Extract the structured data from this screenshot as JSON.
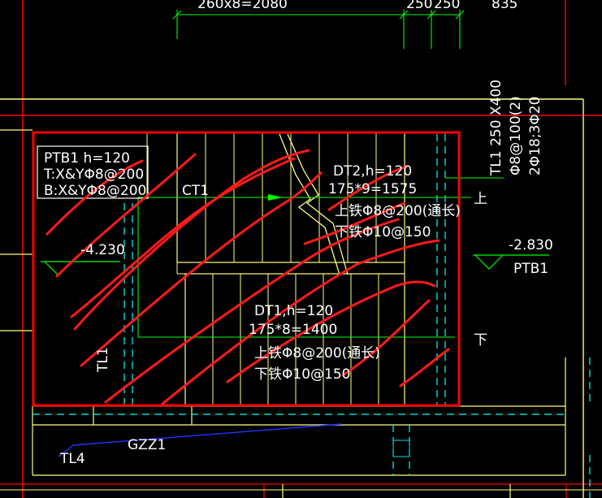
{
  "top_dimensions": {
    "d1": "260x8=2080",
    "d2": "250",
    "d3": "250",
    "d4": "835"
  },
  "ptb1_note": {
    "line1": "PTB1 h=120",
    "line2": "T:X&YΦ8@200",
    "line3": "B:X&YΦ8@200"
  },
  "ct1_label": "CT1",
  "dt2": {
    "line1": "DT2,h=120",
    "line2": "175*9=1575",
    "line3": "上铁Φ8@200(通长)",
    "line4": "下铁Φ10@150"
  },
  "dt1": {
    "line1": "DT1,h=120",
    "line2": "175*8=1400",
    "line3": "上铁Φ8@200(通长)",
    "line4": "下铁Φ10@150"
  },
  "tl1_vertical": {
    "line1": "TL1 250 X400",
    "line2": "Φ8@100(2)",
    "line3": "2Φ18;3Φ20"
  },
  "tl1_label": "TL1",
  "elev_left": "-4.230",
  "elev_right": "-2.830",
  "ptb1_right_label": "PTB1",
  "up_label": "上",
  "down_label": "下",
  "gzz1_label": "GZZ1",
  "tl4_label": "TL4",
  "colors": {
    "background": "#000000",
    "red": "#ff0000",
    "yellow": "#ffff80",
    "green": "#00ff00",
    "cyan": "#00ffff",
    "white": "#ffffff",
    "blue": "#2233ff"
  }
}
